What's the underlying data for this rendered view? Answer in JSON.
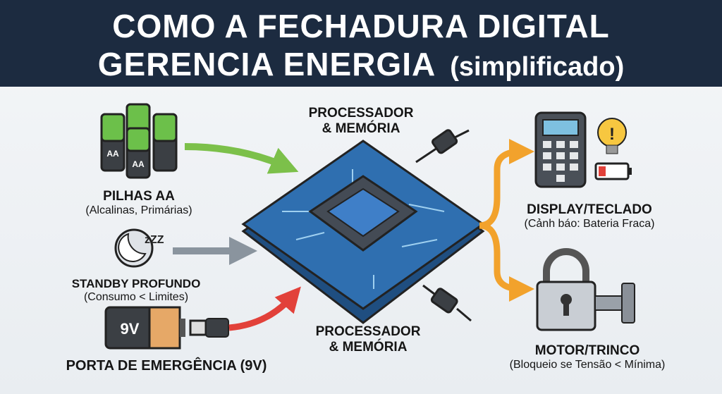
{
  "title": {
    "line1": "COMO A FECHADURA DIGITAL",
    "line2": "GERENCIA ENERGIA",
    "subtitle": "(simplificado)"
  },
  "nodes": {
    "batteries": {
      "title": "PILHAS AA",
      "subtitle": "(Alcalinas, Primárias)",
      "battery_text": "AA",
      "icon": "aa-batteries-icon"
    },
    "standby": {
      "title": "STANDBY PROFUNDO",
      "subtitle": "(Consumo < Limites)",
      "icon": "sleeping-moon-icon",
      "zzz": "zZZ"
    },
    "emergency": {
      "title": "PORTA DE EMERGÊNCIA (9V)",
      "battery_text": "9V",
      "icon": "9v-battery-icon"
    },
    "processor_top": {
      "line1": "PROCESSADOR",
      "line2": "& MEMÓRIA"
    },
    "processor_bottom": {
      "line1": "PROCESSADOR",
      "line2": "& MEMÓRIA"
    },
    "display": {
      "title": "DISPLAY/TECLADO",
      "subtitle": "(Cảnh báo: Bateria Fraca)",
      "icon": "keypad-icon"
    },
    "motor": {
      "title": "MOTOR/TRINCO",
      "subtitle": "(Bloqueio se Tensão < Mínima)",
      "icon": "padlock-icon"
    }
  },
  "colors": {
    "header": "#1c2b40",
    "green_arrow": "#7cc04a",
    "gray_arrow": "#8a949e",
    "red_arrow": "#e2413a",
    "orange_arrow": "#f2a22c",
    "board": "#2f6fb0"
  }
}
